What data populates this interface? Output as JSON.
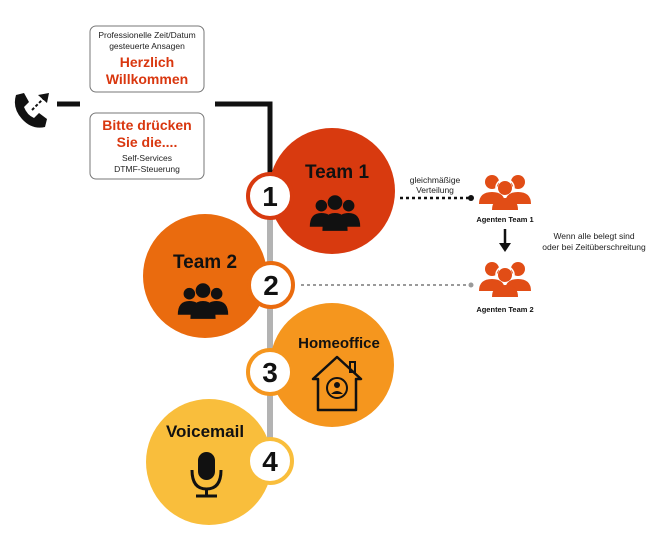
{
  "greeting_box": {
    "line1": "Professionelle Zeit/Datum",
    "line2": "gesteuerte Ansagen",
    "title1": "Herzlich",
    "title2": "Willkommen"
  },
  "menu_box": {
    "title1": "Bitte drücken",
    "title2": "Sie die....",
    "line1": "Self-Services",
    "line2": "DTMF-Steuerung"
  },
  "steps": [
    {
      "number": "1",
      "label": "Team 1"
    },
    {
      "number": "2",
      "label": "Team 2"
    },
    {
      "number": "3",
      "label": "Homeoffice"
    },
    {
      "number": "4",
      "label": "Voicemail"
    }
  ],
  "distribution": {
    "line1": "gleichmäßige",
    "line2": "Verteilung"
  },
  "agents": [
    {
      "label": "Agenten Team 1"
    },
    {
      "label": "Agenten Team 2"
    }
  ],
  "overflow": {
    "line1": "Wenn alle belegt sind",
    "line2": "oder bei Zeitüberschreitung"
  },
  "colors": {
    "accent_red": "#d9370f",
    "team1": "#d83a0f",
    "team2": "#ea6b0e",
    "homeoffice": "#f5961e",
    "voicemail": "#f9be3c",
    "line_dark": "#111111",
    "line_gray": "#b3b3b3"
  },
  "icons": [
    "phone-outgoing-icon",
    "team-icon",
    "home-user-icon",
    "microphone-icon",
    "agents-icon"
  ]
}
